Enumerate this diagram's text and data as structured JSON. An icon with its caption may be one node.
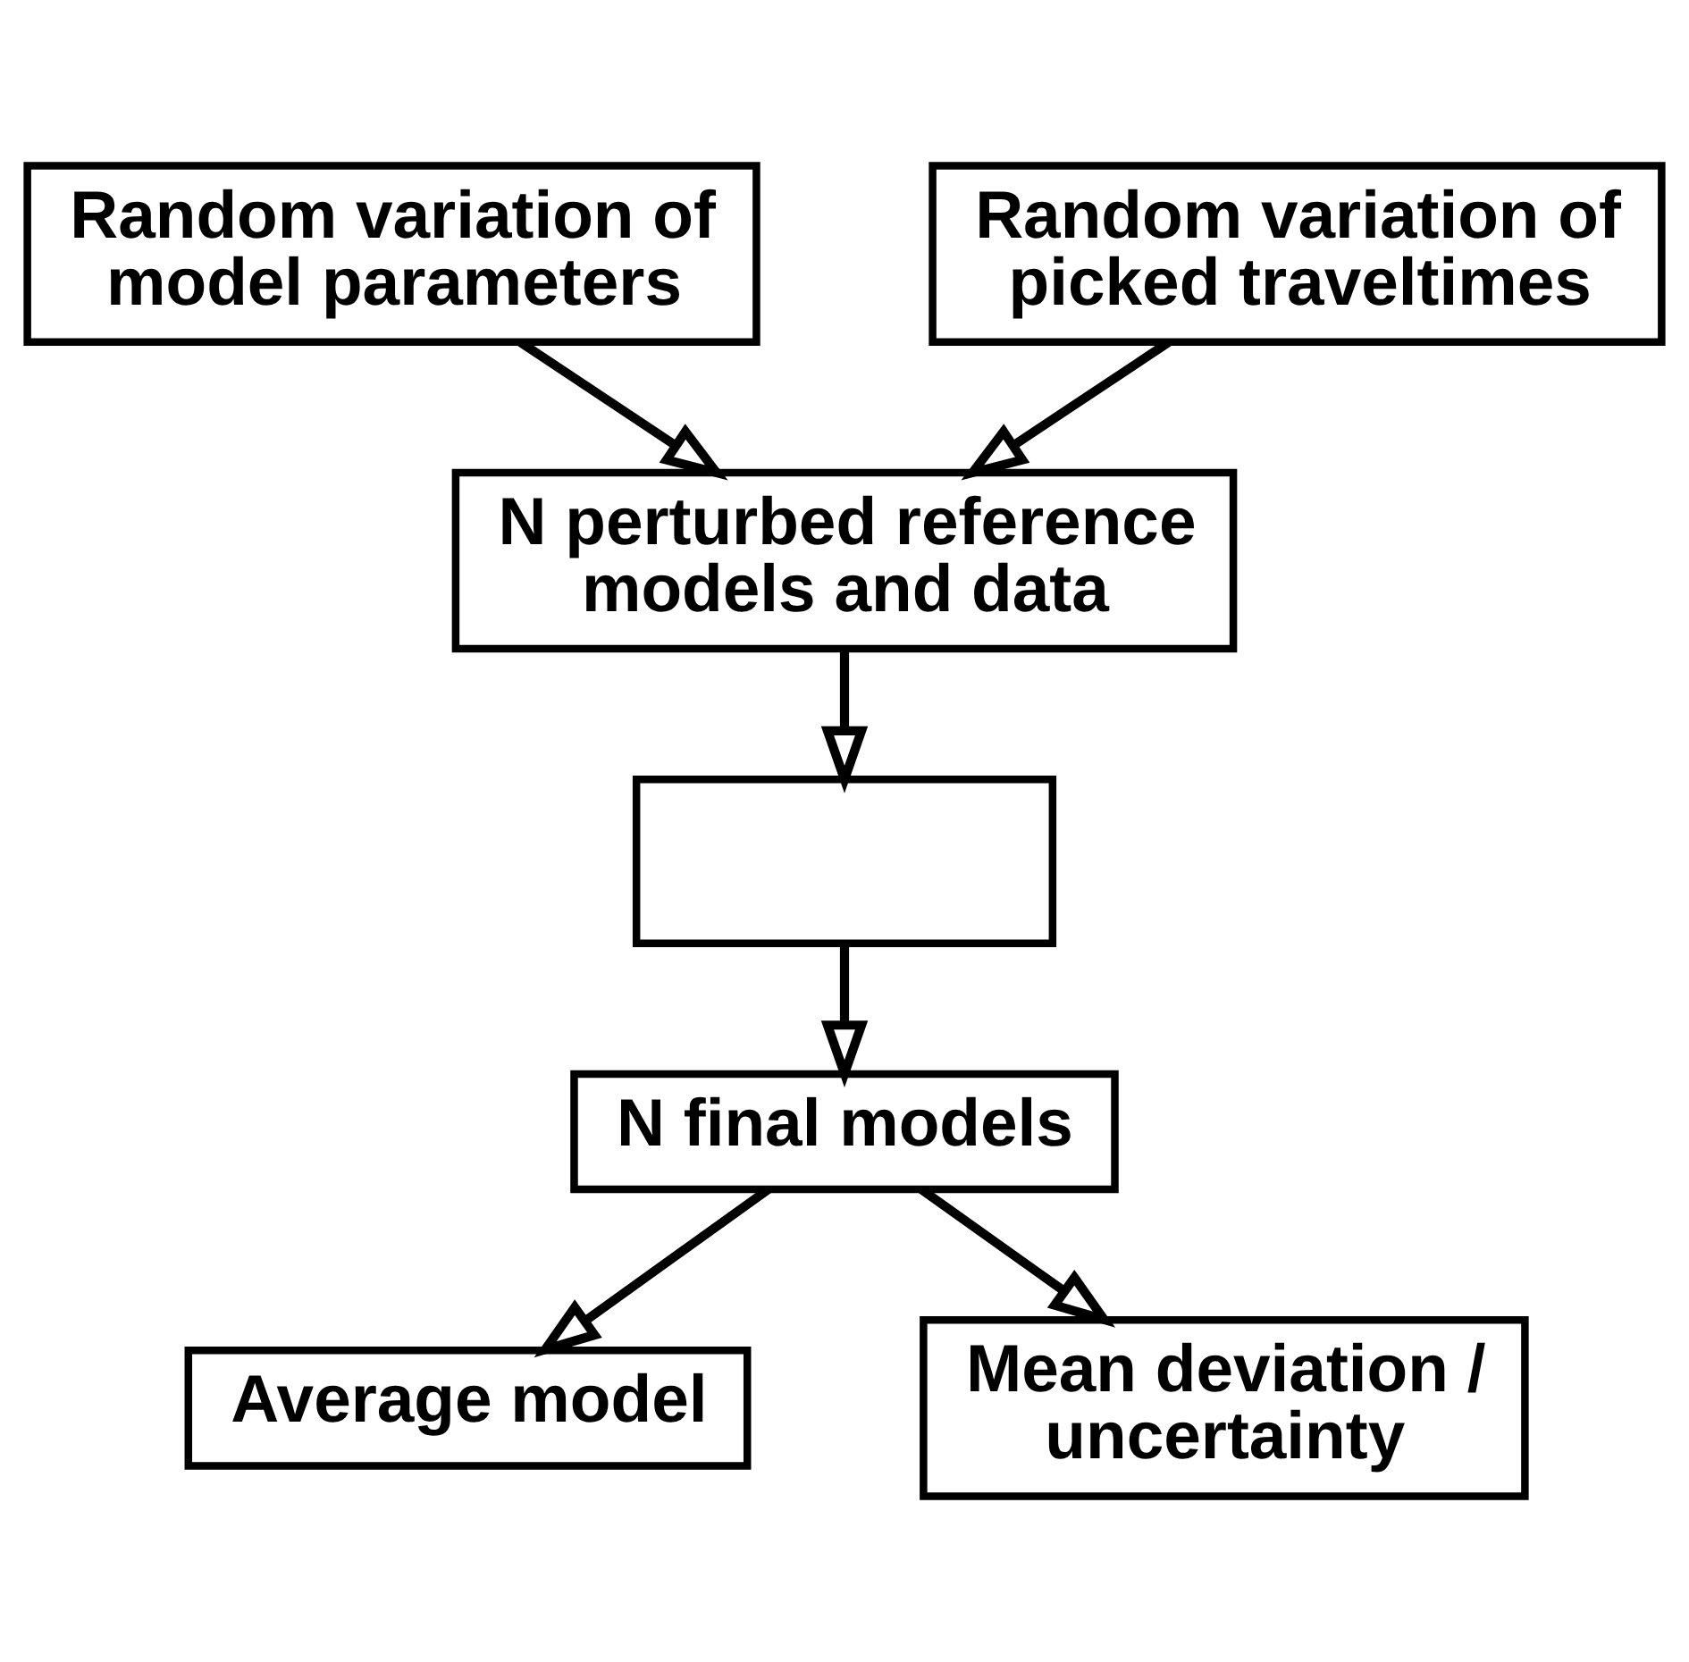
{
  "diagram": {
    "nodes": [
      {
        "text": [
          "Random variation of model parameters"
        ]
      },
      {
        "text": [
          "Random variation of picked traveltimes"
        ]
      },
      {
        "text": [
          "N perturbed reference models and data"
        ]
      },
      {
        "text": [],
        "shape": "box"
      },
      {
        "text": [
          "N final models"
        ]
      },
      {
        "text": [
          "Average model"
        ]
      },
      {
        "text": [
          "Mean deviation / uncertainty"
        ]
      }
    ],
    "edges": [
      {
        "from": 0,
        "to": 2,
        "arrow": "to"
      },
      {
        "from": 1,
        "to": 2,
        "arrow": "to"
      },
      {
        "from": 2,
        "to": 3,
        "arrow": "to"
      },
      {
        "from": 3,
        "to": 4,
        "arrow": "to"
      },
      {
        "from": 4,
        "to": 5,
        "arrow": "to"
      },
      {
        "from": 4,
        "to": 6,
        "arrow": "to"
      }
    ]
  }
}
